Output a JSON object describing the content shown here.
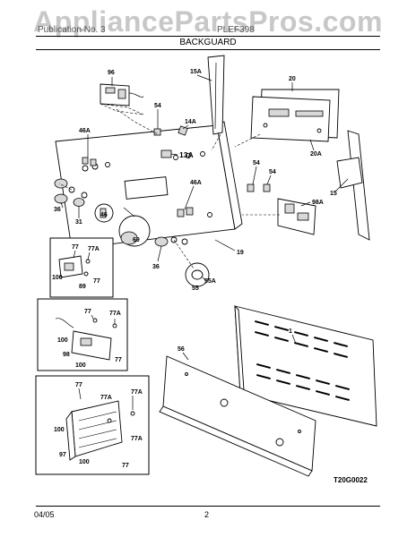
{
  "watermark": "AppliancePartsPros.com",
  "header": {
    "left_text": "Publication No. 3",
    "right_text": "PLEF398",
    "section_title": "BACKGUARD"
  },
  "footer": {
    "date": "04/05",
    "page": "2"
  },
  "diagram_code": "T20G0022",
  "callouts": {
    "c96": "96",
    "c15A": "15A",
    "c20": "20",
    "c54a": "54",
    "c14A": "14A",
    "c46Aa": "46A",
    "c13A": "13A",
    "c20A": "20A",
    "c54b": "54",
    "c54c": "54",
    "c15": "15",
    "c46Ab": "46A",
    "c98A": "98A",
    "c36a": "36",
    "c31": "31",
    "c46B": "46",
    "c69": "69",
    "c36b": "36",
    "c19": "19",
    "c55": "55",
    "c55A": "55A",
    "b1_77a": "77",
    "b1_77A": "77A",
    "b1_100": "100",
    "b1_89": "89",
    "b1_77b": "77",
    "b2_77a": "77",
    "b2_77A": "77A",
    "b2_100": "100",
    "b2_98": "98",
    "b2_100b": "100",
    "b2_77b": "77",
    "c1": "1",
    "c56": "56",
    "b3_77a": "77",
    "b3_77A": "77A",
    "b3_77Ab": "77A",
    "b3_100": "100",
    "b3_77Ac": "77A",
    "b3_97": "97",
    "b3_100b": "100",
    "b3_77b": "77"
  }
}
